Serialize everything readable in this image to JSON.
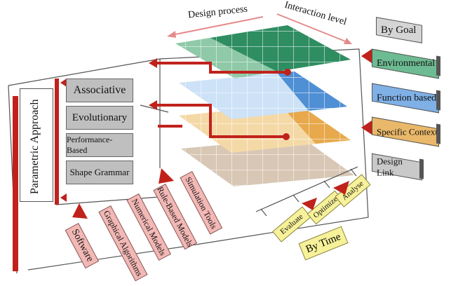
{
  "axes": {
    "design_process": "Design process",
    "interaction_level": "Interaction level"
  },
  "approach": {
    "title": "Parametric Approach",
    "methods": [
      "Associative",
      "Evolutionary",
      "Performance-Based",
      "Shape Grammar"
    ]
  },
  "goals": {
    "title": "By Goal",
    "items": [
      {
        "label": "Environmental",
        "color": "#6dbb92"
      },
      {
        "label": "Function based",
        "color": "#7fb0e6"
      },
      {
        "label": "Specific Context",
        "color": "#e9b86a"
      },
      {
        "label": "Design Link",
        "color": "#c9c9c9"
      }
    ]
  },
  "tools": [
    "Software",
    "Graphical Algorithms",
    "Numerical Models",
    "Rule-Based Models",
    "Simulation Tools"
  ],
  "time": {
    "title": "By Time",
    "stages": [
      "Evaluate",
      "Optimize",
      "Analyse"
    ]
  },
  "colors": {
    "accent_red": "#c0221b",
    "layer_green": "#3e9e74",
    "layer_blue": "#6fa8e0",
    "layer_orange": "#e7a94c",
    "layer_beige": "#d8c7b5"
  }
}
